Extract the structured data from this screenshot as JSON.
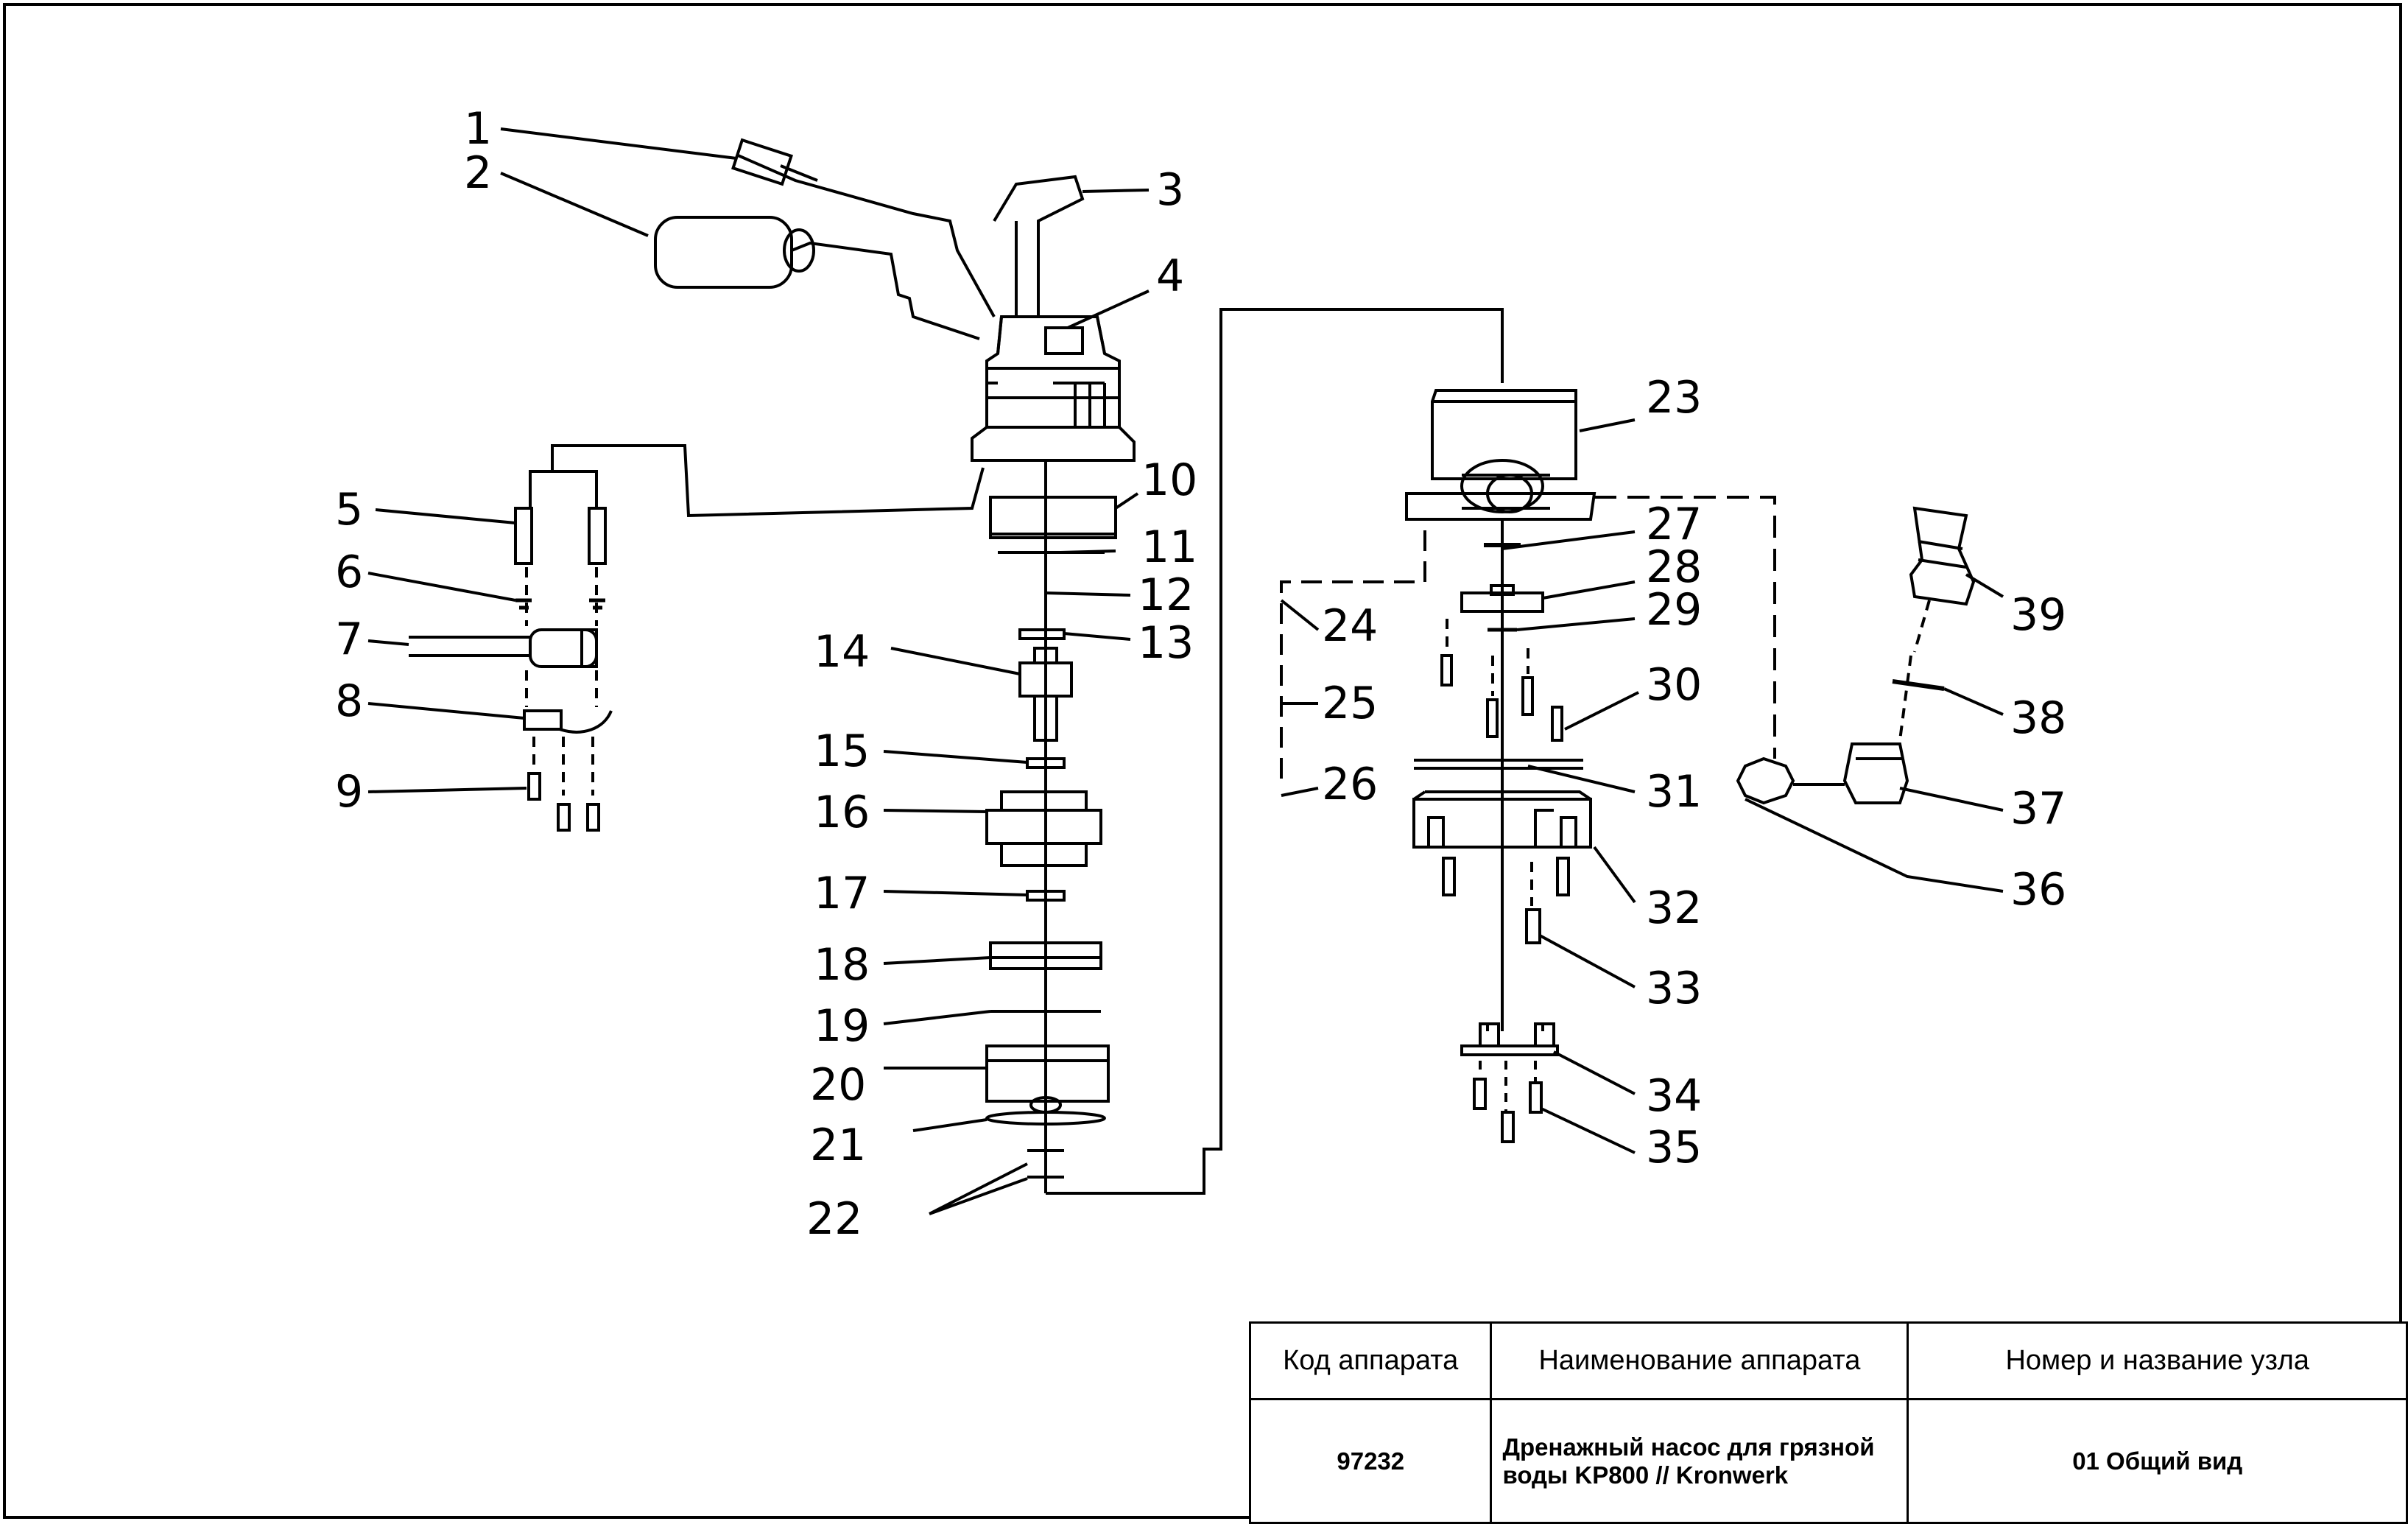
{
  "callouts": [
    "1",
    "2",
    "3",
    "4",
    "5",
    "6",
    "7",
    "8",
    "9",
    "10",
    "11",
    "12",
    "13",
    "14",
    "15",
    "16",
    "17",
    "18",
    "19",
    "20",
    "21",
    "22",
    "23",
    "24",
    "25",
    "26",
    "27",
    "28",
    "29",
    "30",
    "31",
    "32",
    "33",
    "34",
    "35",
    "36",
    "37",
    "38",
    "39"
  ],
  "title_block": {
    "headers": {
      "code": "Код аппарата",
      "name": "Наименование аппарата",
      "node": "Номер и название узла"
    },
    "values": {
      "code": "97232",
      "name": "Дренажный насос для грязной воды KP800 // Kronwerk",
      "node": "01 Общий вид"
    }
  }
}
